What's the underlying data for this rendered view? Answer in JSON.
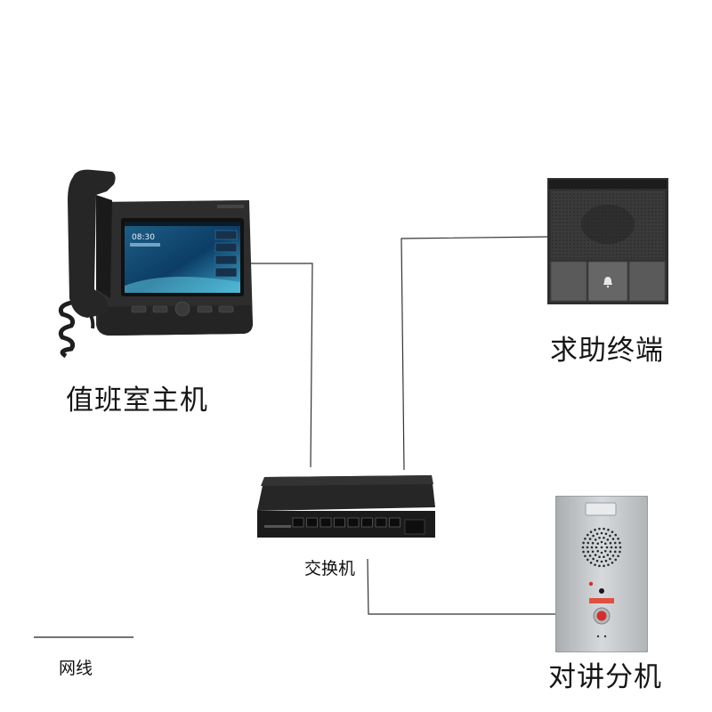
{
  "nodes": {
    "host": {
      "label": "值班室主机",
      "screen_time": "08:30"
    },
    "help_terminal": {
      "label": "求助终端"
    },
    "switch": {
      "label": "交换机",
      "port_count": 8
    },
    "intercom": {
      "label": "对讲分机"
    }
  },
  "legend": {
    "cable_label": "网线"
  },
  "colors": {
    "cable": "#333333",
    "device_dark": "#2b2b2b",
    "panel_grey": "#5c5c5c",
    "steel": "#c9ccce",
    "button_red": "#d0312d"
  }
}
